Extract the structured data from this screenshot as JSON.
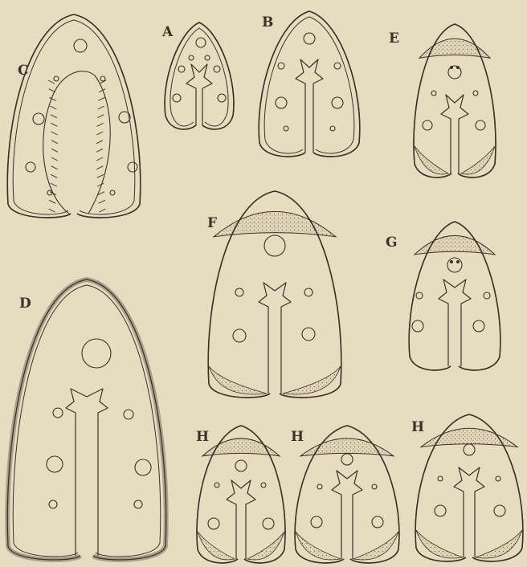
{
  "labels": {
    "C": "C",
    "A": "A",
    "B": "B",
    "E": "E",
    "F": "F",
    "G": "G",
    "D": "D",
    "H1": "H",
    "H2": "H",
    "H3": "H"
  },
  "colors": {
    "paper": "#e6dcc0",
    "ink": "#3a3128",
    "stipple": "#cbb99a"
  }
}
